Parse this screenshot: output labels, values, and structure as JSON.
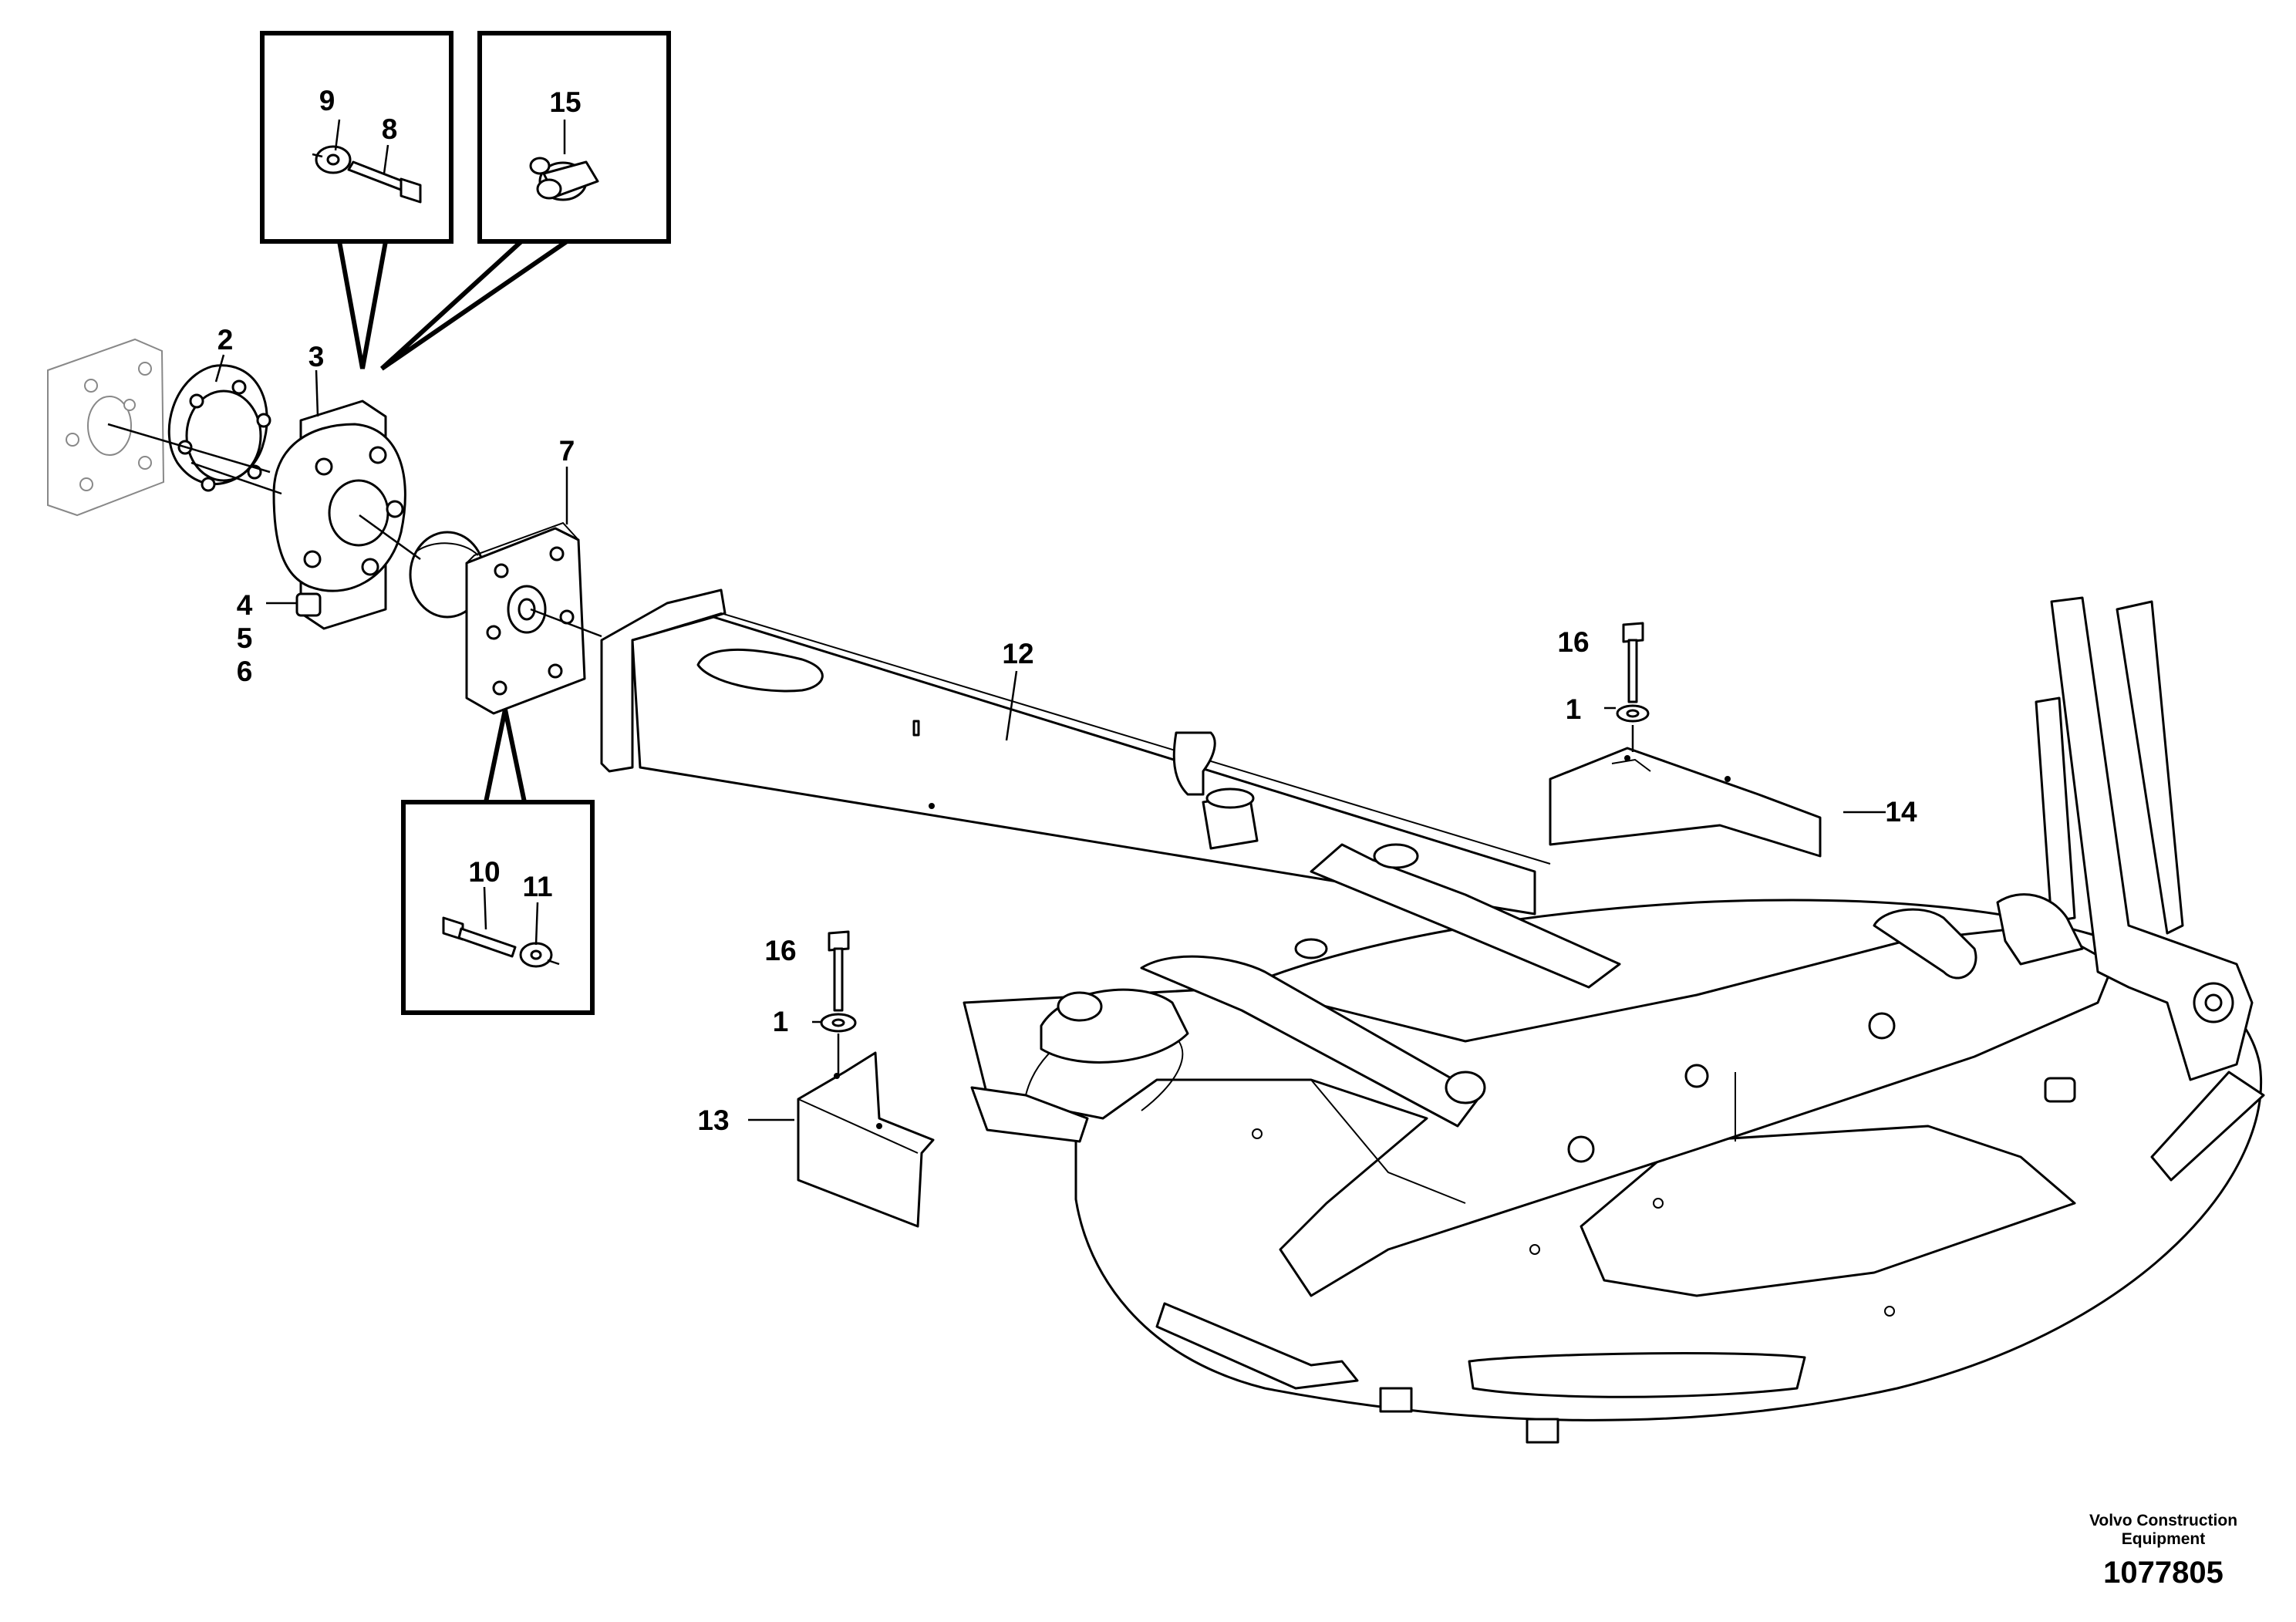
{
  "callouts": {
    "c1a": "1",
    "c1b": "1",
    "c2": "2",
    "c3": "3",
    "c4": "4",
    "c5": "5",
    "c6": "6",
    "c7": "7",
    "c8": "8",
    "c9": "9",
    "c10": "10",
    "c11": "11",
    "c12": "12",
    "c13": "13",
    "c14": "14",
    "c15": "15",
    "c16a": "16",
    "c16b": "16"
  },
  "footer": {
    "brand_line1": "Volvo Construction",
    "brand_line2": "Equipment",
    "drawing_number": "1077805"
  }
}
